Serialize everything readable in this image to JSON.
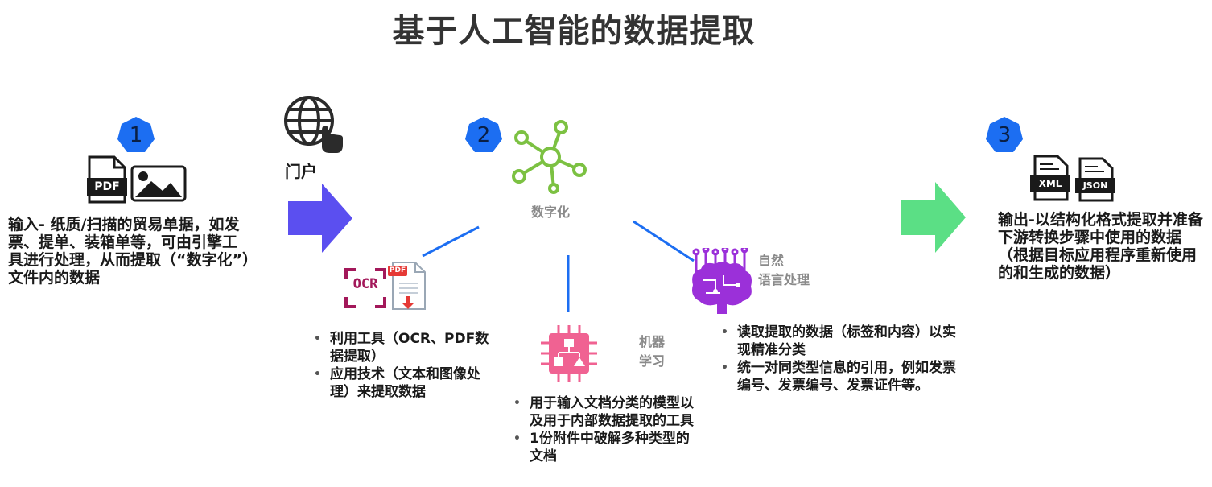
{
  "title": "基于人工智能的数据提取",
  "steps": [
    {
      "number": "1",
      "text": "输入- 纸质/扫描的贸易单据，如发票、提单、装箱单等，可由引擎工具进行处理，从而提取（“数字化”）文件内的数据"
    },
    {
      "number": "2",
      "label": "数字化"
    },
    {
      "number": "3",
      "text": "输出-以结构化格式提取并准备下游转换步骤中使用的数据（根据目标应用程序重新使用的和生成的数据）"
    }
  ],
  "portal_label": "门户",
  "icons": {
    "pdf_badge": "PDF",
    "ocr_text": "OCR",
    "pdf_small": "PDF",
    "xml_label": "XML",
    "json_label": "JSON"
  },
  "ocr": {
    "bullets": [
      "利用工具（OCR、PDF数据提取）",
      "应用技术（文本和图像处理）来提取数据"
    ]
  },
  "ml": {
    "label_line1": "机器",
    "label_line2": "学习",
    "bullets": [
      "用于输入文档分类的模型以及用于内部数据提取的工具",
      "1份附件中破解多种类型的文档"
    ]
  },
  "nlp": {
    "label_line1": "自然",
    "label_line2": "语言处理",
    "bullets": [
      "读取提取的数据（标签和内容）以实现精准分类",
      "统一对同类型信息的引用，例如发票编号、发票编号、发票证件等。"
    ]
  },
  "colors": {
    "badge_blue": "#1c6ef2",
    "arrow_purple": "#5b4ff0",
    "arrow_green": "#5bdf85",
    "network_green": "#7cc142",
    "connector_blue": "#1c6ef2",
    "ml_pink": "#f06292",
    "brain_purple": "#9b30d9",
    "ocr_magenta": "#a3185a"
  }
}
